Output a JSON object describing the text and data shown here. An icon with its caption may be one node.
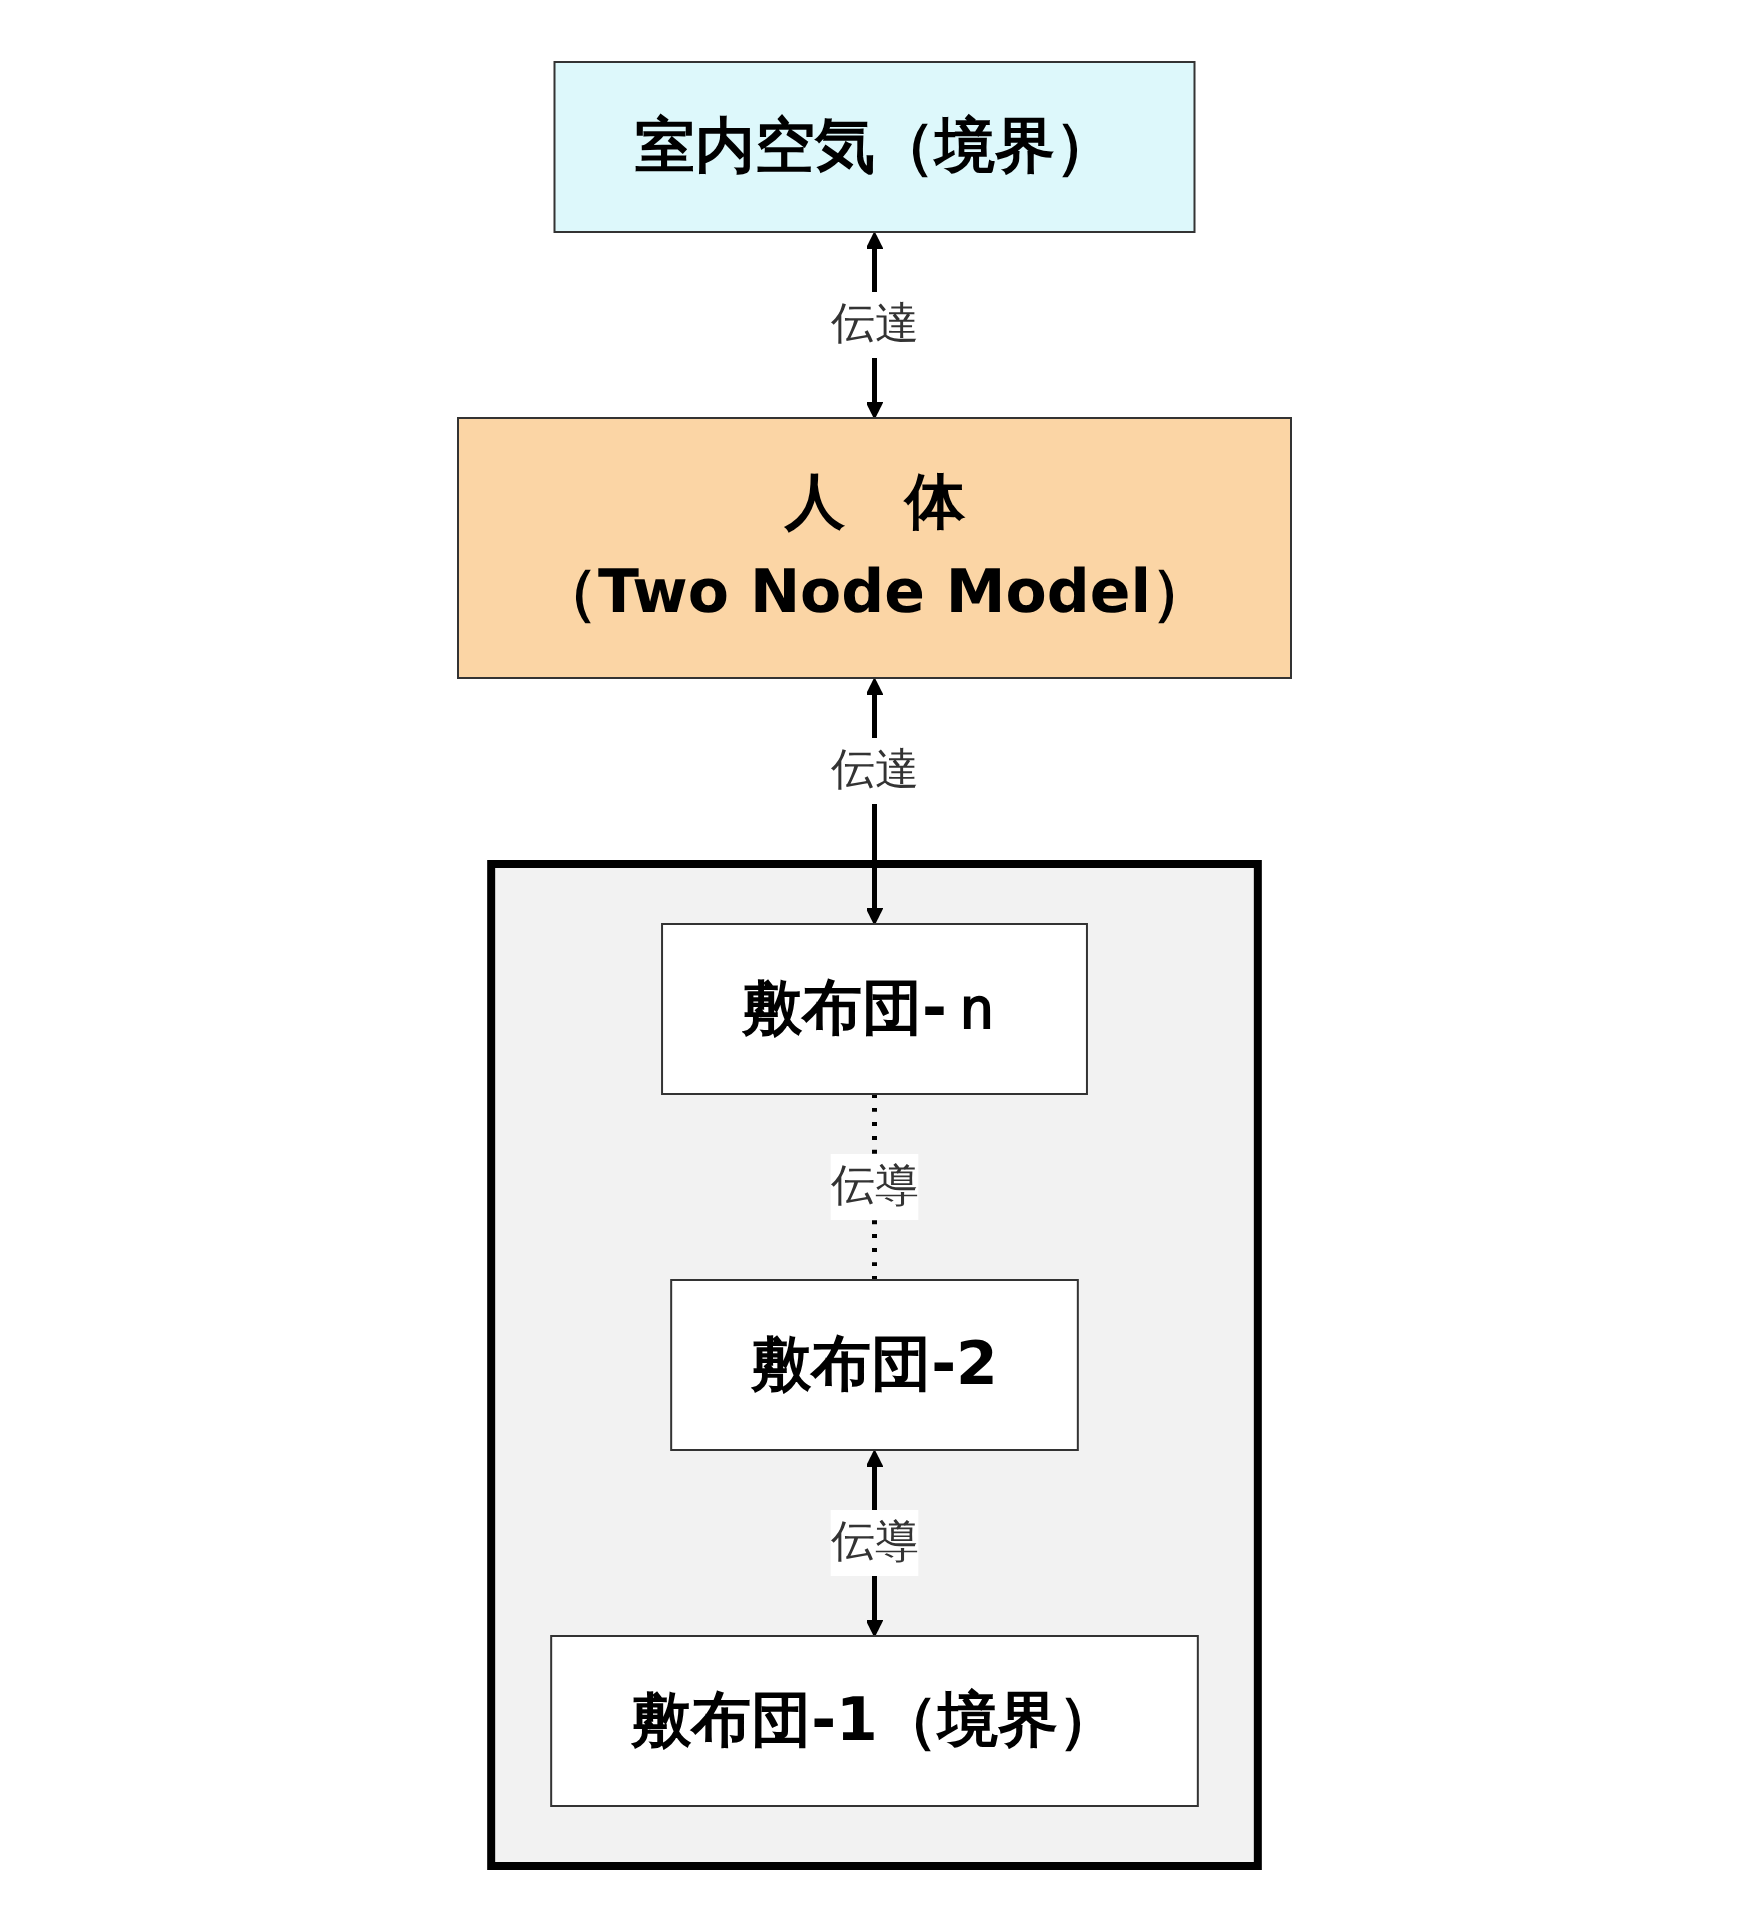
{
  "diagram": {
    "nodes": [
      {
        "text": [
          "室内空気（境界）"
        ]
      },
      {
        "text": [
          "人　体",
          "（Two Node Model）"
        ]
      },
      {
        "text": [],
        "shape": "box"
      },
      {
        "text": [
          "敷布団-ｎ"
        ],
        "in": 2
      },
      {
        "text": [
          "敷布団-2"
        ],
        "in": 2
      },
      {
        "text": [
          "敷布団-1（境界）"
        ],
        "in": 2
      }
    ],
    "edges": [
      {
        "from": 0,
        "to": 1,
        "arrow": "both",
        "label": "伝達"
      },
      {
        "from": 1,
        "to": 3,
        "arrow": "both",
        "label": "伝達"
      },
      {
        "from": 3,
        "to": 4,
        "arrow": "none",
        "label": "伝導",
        "style": "dashed"
      },
      {
        "from": 4,
        "to": 5,
        "arrow": "both",
        "label": "伝導"
      }
    ]
  }
}
